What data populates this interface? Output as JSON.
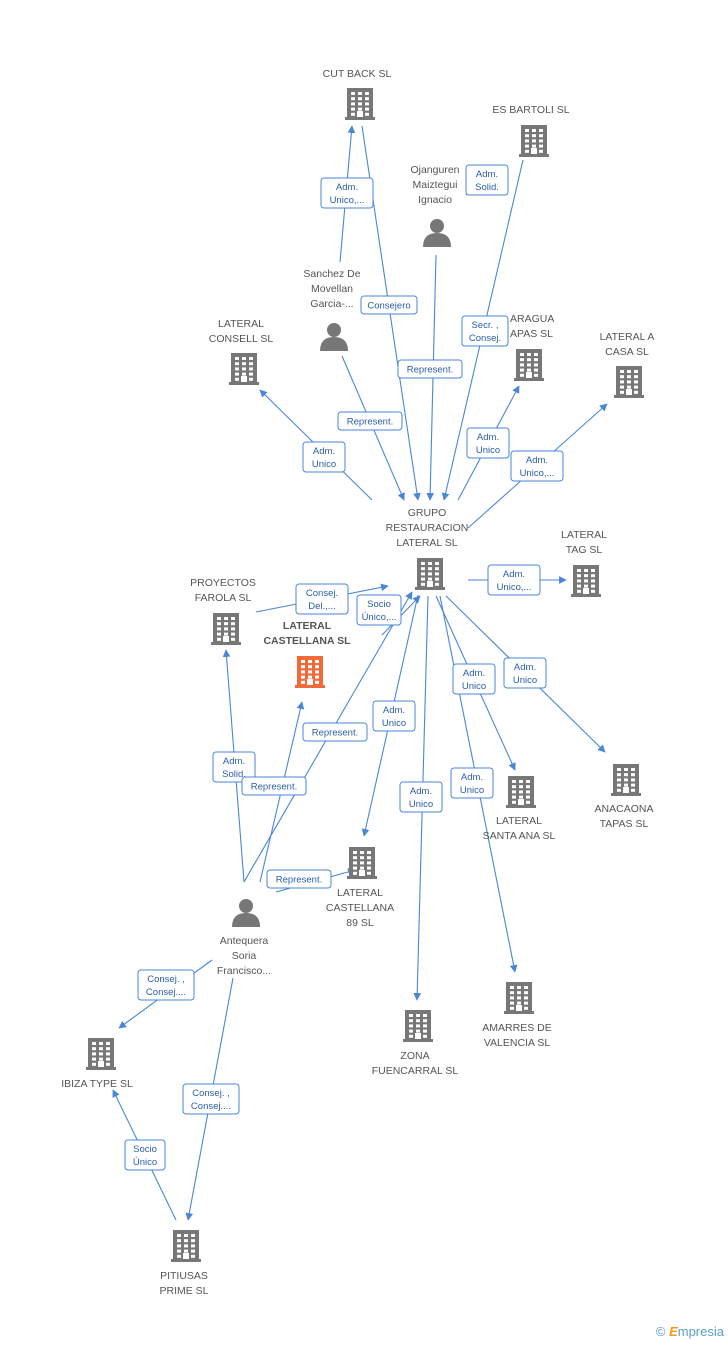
{
  "colors": {
    "building": "#777777",
    "focus": "#f26a3a",
    "person": "#777777",
    "edge": "#4a86d8"
  },
  "nodes": [
    {
      "id": "cutback",
      "type": "company",
      "lines": [
        "CUT BACK SL"
      ]
    },
    {
      "id": "esbartoli",
      "type": "company",
      "lines": [
        "ES BARTOLI  SL"
      ]
    },
    {
      "id": "ojanguren",
      "type": "person",
      "lines": [
        "Ojanguren",
        "Maiztegui",
        "Ignacio"
      ]
    },
    {
      "id": "sanchez",
      "type": "person",
      "lines": [
        "Sanchez De",
        "Movellan",
        "Garcia-..."
      ]
    },
    {
      "id": "lateralconsell",
      "type": "company",
      "lines": [
        "LATERAL",
        "CONSELL  SL"
      ]
    },
    {
      "id": "aragua",
      "type": "company",
      "lines": [
        "ARAGUA",
        "APAS SL"
      ]
    },
    {
      "id": "lateralacasa",
      "type": "company",
      "lines": [
        "LATERAL A",
        "CASA  SL"
      ]
    },
    {
      "id": "grupo",
      "type": "company",
      "lines": [
        "GRUPO",
        "RESTAURACION",
        "LATERAL SL"
      ]
    },
    {
      "id": "lateraltag",
      "type": "company",
      "lines": [
        "LATERAL",
        "TAG  SL"
      ]
    },
    {
      "id": "proyectos",
      "type": "company",
      "lines": [
        "PROYECTOS",
        "FAROLA SL"
      ]
    },
    {
      "id": "focus",
      "type": "focus",
      "lines": [
        "LATERAL",
        "CASTELLANA SL"
      ]
    },
    {
      "id": "anacaona",
      "type": "company",
      "lines": [
        "ANACAONA",
        "TAPAS SL"
      ]
    },
    {
      "id": "santaana",
      "type": "company",
      "lines": [
        "LATERAL",
        "SANTA ANA SL"
      ]
    },
    {
      "id": "castellana89",
      "type": "company",
      "lines": [
        "LATERAL",
        "CASTELLANA",
        "89 SL"
      ]
    },
    {
      "id": "antequera",
      "type": "person",
      "lines": [
        "Antequera",
        "Soria",
        "Francisco..."
      ]
    },
    {
      "id": "ibiza",
      "type": "company",
      "lines": [
        "IBIZA TYPE SL"
      ]
    },
    {
      "id": "zona",
      "type": "company",
      "lines": [
        "ZONA",
        "FUENCARRAL SL"
      ]
    },
    {
      "id": "amarres",
      "type": "company",
      "lines": [
        "AMARRES DE",
        "VALENCIA SL"
      ]
    },
    {
      "id": "pitiusas",
      "type": "company",
      "lines": [
        "PITIUSAS",
        "PRIME SL"
      ]
    }
  ],
  "edges": [
    {
      "label": [
        "Adm.",
        "Unico,..."
      ]
    },
    {
      "label": [
        "Consejero"
      ]
    },
    {
      "label": [
        "Adm.",
        "Solid."
      ]
    },
    {
      "label": [
        "Secr. ,",
        "Consej."
      ]
    },
    {
      "label": [
        "Represent."
      ]
    },
    {
      "label": [
        "Represent."
      ]
    },
    {
      "label": [
        "Adm.",
        "Unico"
      ]
    },
    {
      "label": [
        "Adm.",
        "Unico"
      ]
    },
    {
      "label": [
        "Adm.",
        "Unico,..."
      ]
    },
    {
      "label": [
        "Adm.",
        "Unico,..."
      ]
    },
    {
      "label": [
        "Consej.",
        "Del.,..."
      ]
    },
    {
      "label": [
        "Socio",
        "Único,..."
      ]
    },
    {
      "label": [
        "Adm.",
        "Unico"
      ]
    },
    {
      "label": [
        "Adm.",
        "Unico"
      ]
    },
    {
      "label": [
        "Adm.",
        "Unico"
      ]
    },
    {
      "label": [
        "Adm.",
        "Unico"
      ]
    },
    {
      "label": [
        "Adm.",
        "Unico"
      ]
    },
    {
      "label": [
        "Represent."
      ]
    },
    {
      "label": [
        "Adm.",
        "Solid."
      ]
    },
    {
      "label": [
        "Represent."
      ]
    },
    {
      "label": [
        "Represent."
      ]
    },
    {
      "label": [
        "Consej. ,",
        "Consej...."
      ]
    },
    {
      "label": [
        "Consej. ,",
        "Consej...."
      ]
    },
    {
      "label": [
        "Socio",
        "Único"
      ]
    }
  ],
  "credit": {
    "copyright": "©",
    "brand_e": "E",
    "brand_rest": "mpresia"
  }
}
